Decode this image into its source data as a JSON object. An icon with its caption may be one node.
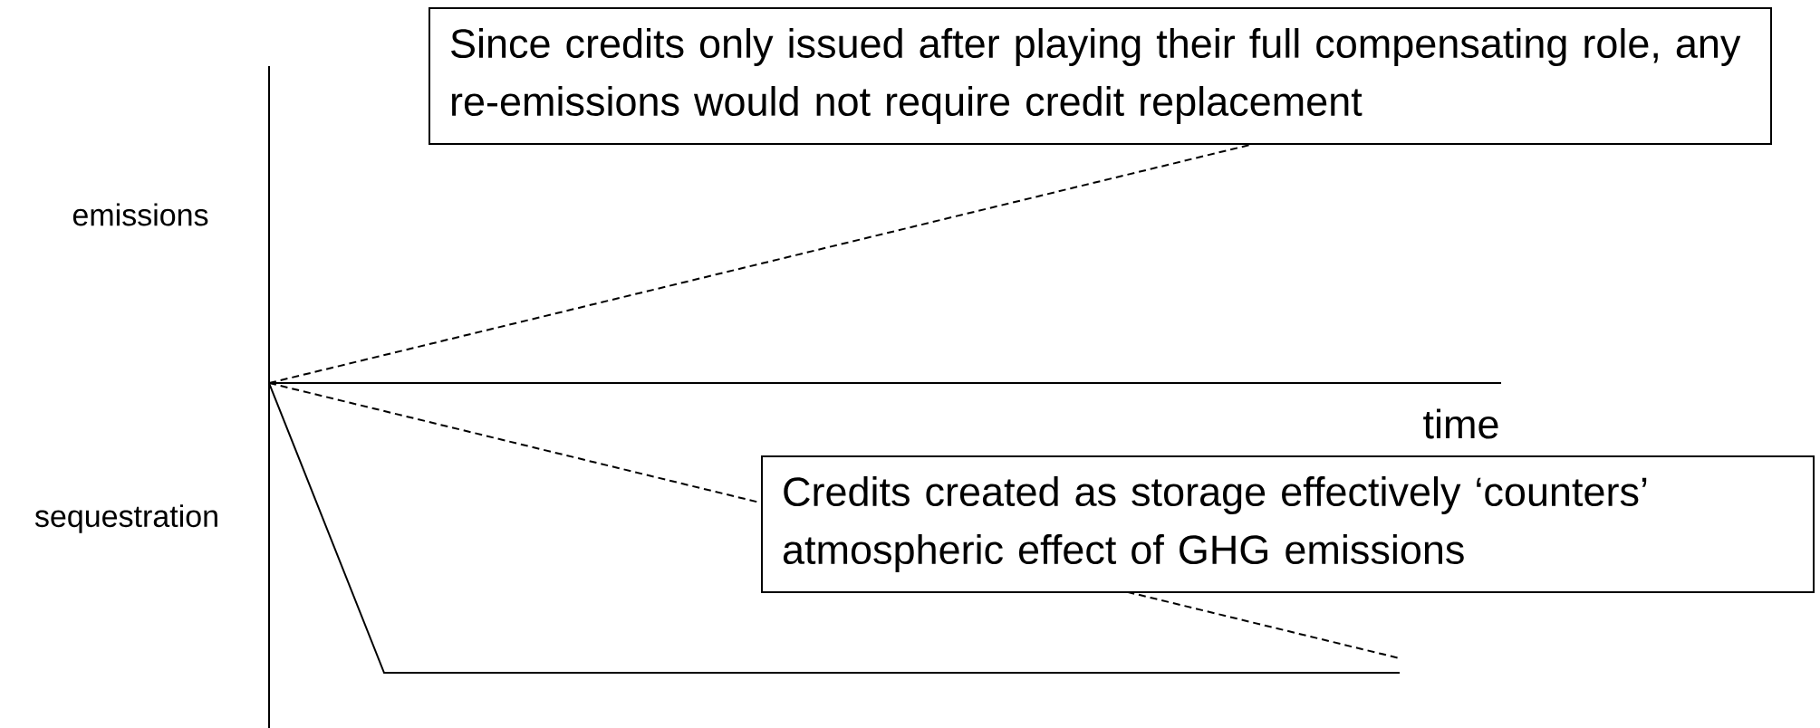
{
  "diagram": {
    "nodes": [
      {
        "text": [
          "Since credits only issued after playing their full compensating role, any re-emissions would not require credit replacement"
        ]
      },
      {
        "text": [
          "Credits created as storage effectively ‘counters’ atmospheric effect of GHG emissions"
        ]
      }
    ],
    "labels": [
      "emissions",
      "sequestration",
      "time"
    ]
  }
}
